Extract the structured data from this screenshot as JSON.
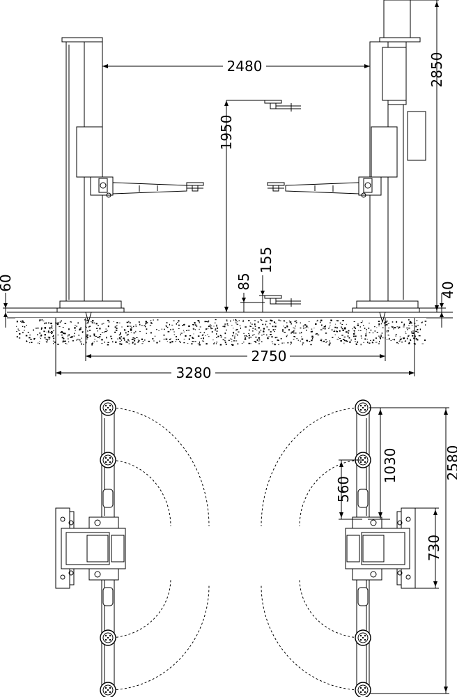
{
  "colors": {
    "line": "#000000",
    "background": "#ffffff",
    "ground": "#000000"
  },
  "dimensions": {
    "top_width_between_columns": "2480",
    "max_lift_height": "1950",
    "overall_height": "2850",
    "pad_height_max": "155",
    "pad_height_min": "85",
    "base_plate_height": "60",
    "floor_offset": "40",
    "inner_base_width": "2750",
    "overall_width": "3280",
    "arm_reach_long": "2580",
    "arm_reach_mid": "1030",
    "arm_reach_short": "560",
    "column_depth": "730"
  },
  "icons": {
    "pad": "lift-pad-icon"
  }
}
